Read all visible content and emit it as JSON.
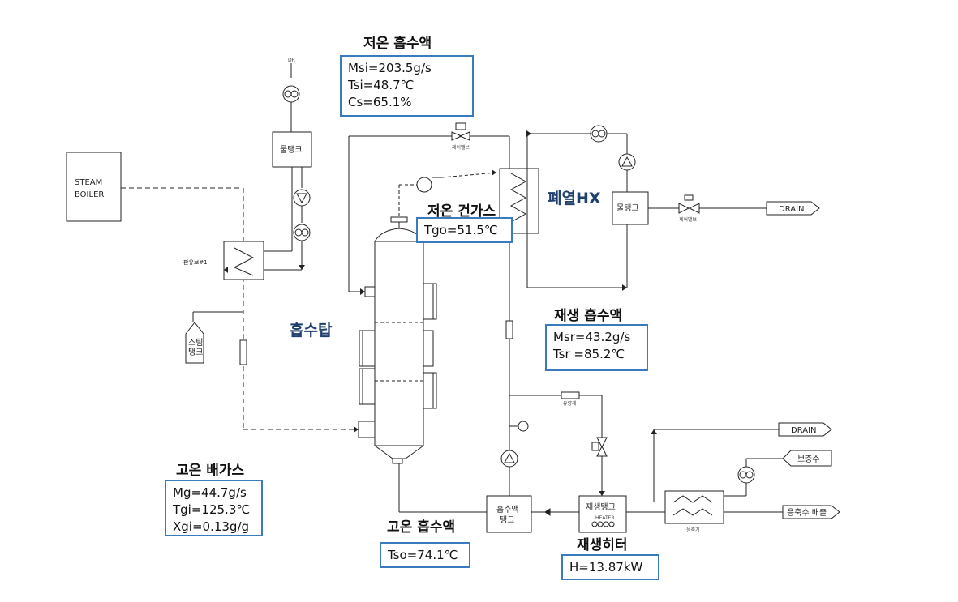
{
  "headers": {
    "low_temp_absorbent": "저온 흡수액",
    "low_temp_dry_gas": "저온 건가스",
    "waste_heat_hx": "폐열HX",
    "absorber": "흡수탑",
    "regen_absorbent": "재생 흡수액",
    "high_temp_exhaust": "고온 배가스",
    "high_temp_absorbent": "고온 흡수액",
    "regen_heater": "재생히터"
  },
  "boxes": {
    "low_temp_absorbent": [
      "Msi=203.5g/s",
      "Tsi=48.7℃",
      "Cs=65.1%"
    ],
    "low_temp_dry_gas": [
      "Tgo=51.5℃"
    ],
    "regen_absorbent": [
      "Msr=43.2g/s",
      "Tsr =85.2℃"
    ],
    "high_temp_exhaust": [
      "Mg=44.7g/s",
      "Tgi=125.3℃",
      "Xgi=0.13g/g"
    ],
    "high_temp_absorbent": [
      "Tso=74.1℃"
    ],
    "regen_heater": [
      "H=13.87kW"
    ]
  },
  "components": {
    "steam_boiler": [
      "STEAM",
      "BOILER"
    ],
    "water_tank_top": "물탱크",
    "water_tank_right": "물탱크",
    "plate_hx": "판유보#1",
    "steam_tank": [
      "스팀",
      "탱크"
    ],
    "absorbent_tank": [
      "흡수액",
      "탱크"
    ],
    "regen_tank": "재생탱크",
    "heater_label": "HEATER",
    "condenser": "응축기",
    "drain_right": "DRAIN",
    "drain_bottom": "DRAIN",
    "makeup_water": "보충수",
    "condensate_out": "응축수 배출",
    "control_valve_top": "제어밸브",
    "control_valve_right": "제어밸브",
    "flowmeter": "유량계",
    "dr": "DR"
  }
}
